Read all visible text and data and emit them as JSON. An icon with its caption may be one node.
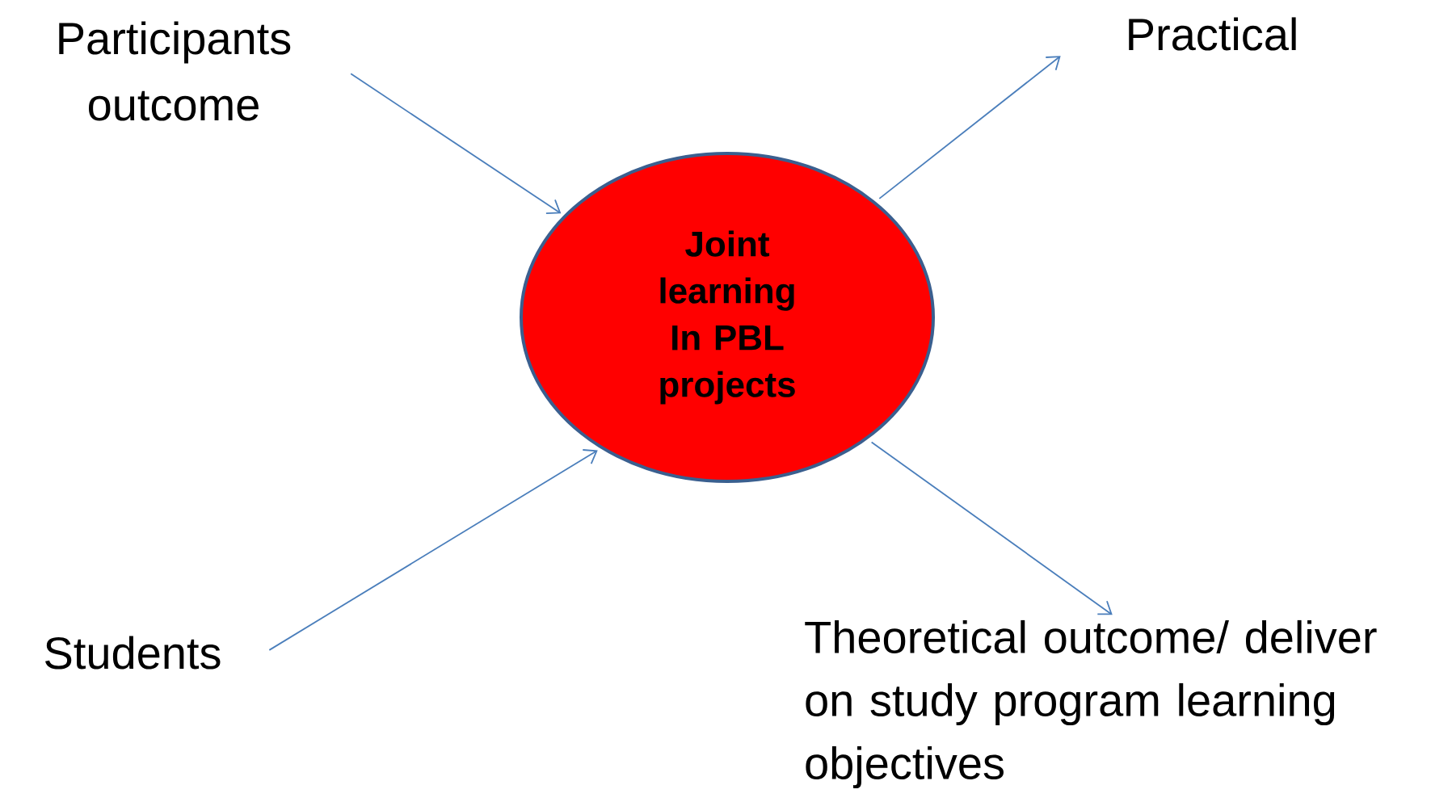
{
  "diagram": {
    "nodes": [
      {
        "text": [
          "Participants outcome"
        ]
      },
      {
        "text": [
          "Practical"
        ]
      },
      {
        "text": [
          "Joint learning In PBL projects"
        ]
      },
      {
        "text": [
          "Students"
        ]
      },
      {
        "text": [
          "Theoretical outcome/ deliver on study program learning objectives"
        ]
      }
    ],
    "edges": [
      {
        "from": 0,
        "to": 2,
        "arrow": "to"
      },
      {
        "from": 2,
        "to": 1,
        "arrow": "to"
      },
      {
        "from": 3,
        "to": 2,
        "arrow": "to"
      },
      {
        "from": 2,
        "to": 4,
        "arrow": "to"
      }
    ]
  }
}
